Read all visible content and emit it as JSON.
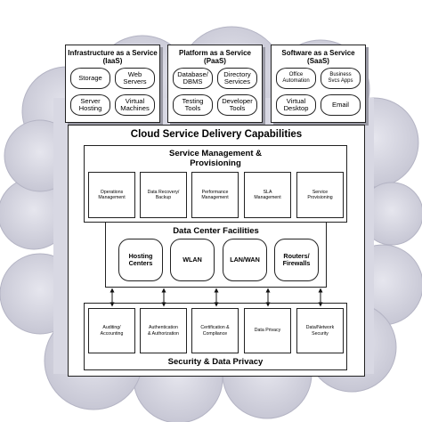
{
  "services": [
    {
      "title": "Infrastructure as a Service\n(IaaS)",
      "items": [
        "Storage",
        "Web\nServers",
        "Server\nHosting",
        "Virtual\nMachines"
      ]
    },
    {
      "title": "Platform as a Service\n(PaaS)",
      "items": [
        "Database/\nDBMS",
        "Directory\nServices",
        "Testing\nTools",
        "Developer\nTools"
      ]
    },
    {
      "title": "Software as a Service\n(SaaS)",
      "items": [
        "Office\nAutomation",
        "Business\nSvcs Apps",
        "Virtual\nDesktop",
        "Email"
      ]
    }
  ],
  "delivery": {
    "title": "Cloud Service Delivery Capabilities"
  },
  "service_management": {
    "title": "Service Management &\nProvisioning",
    "items": [
      "Operations\nManagement",
      "Data Recovery/\nBackup",
      "Performance\nManagement",
      "SLA\nManagement",
      "Service\nProvisioning"
    ]
  },
  "data_center": {
    "title": "Data Center Facilities",
    "items": [
      "Hosting\nCenters",
      "WLAN",
      "LAN/WAN",
      "Routers/\nFirewalls"
    ]
  },
  "security": {
    "title": "Security & Data Privacy",
    "items": [
      "Auditing/\nAccounting",
      "Authentication\n& Authorization",
      "Certification &\nCompliance",
      "Data Privacy",
      "Data/Network\nSecurity"
    ]
  },
  "colors": {
    "cloud": "#d3d3df",
    "cloud_edge": "#b4b4c4",
    "box_shadow": "#9a9aa5",
    "border": "#222222"
  }
}
